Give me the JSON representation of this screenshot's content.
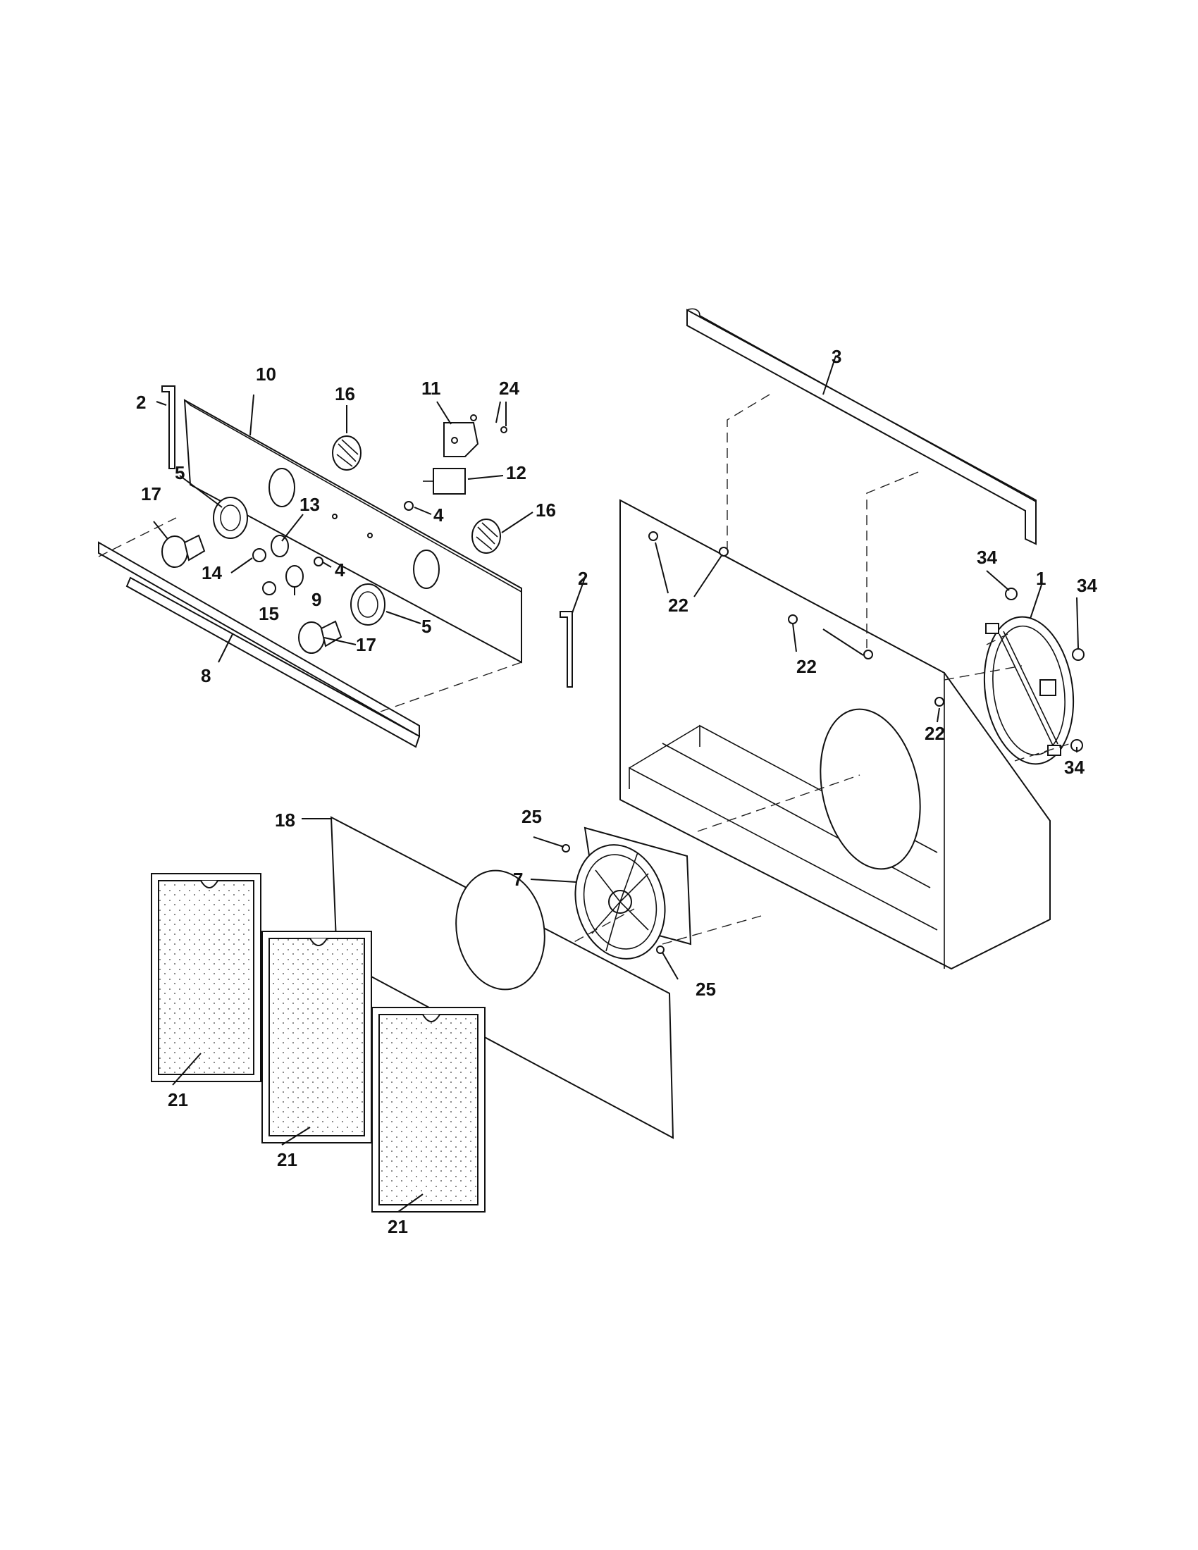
{
  "callouts": {
    "c1": "1",
    "c2a": "2",
    "c2b": "2",
    "c3": "3",
    "c4a": "4",
    "c4b": "4",
    "c5a": "5",
    "c5b": "5",
    "c7": "7",
    "c8": "8",
    "c9": "9",
    "c10": "10",
    "c11": "11",
    "c12": "12",
    "c13": "13",
    "c14": "14",
    "c15": "15",
    "c16a": "16",
    "c16b": "16",
    "c17a": "17",
    "c17b": "17",
    "c18": "18",
    "c21a": "21",
    "c21b": "21",
    "c21c": "21",
    "c22a": "22",
    "c22b": "22",
    "c22c": "22",
    "c24": "24",
    "c25a": "25",
    "c25b": "25",
    "c34a": "34",
    "c34b": "34",
    "c34c": "34"
  }
}
